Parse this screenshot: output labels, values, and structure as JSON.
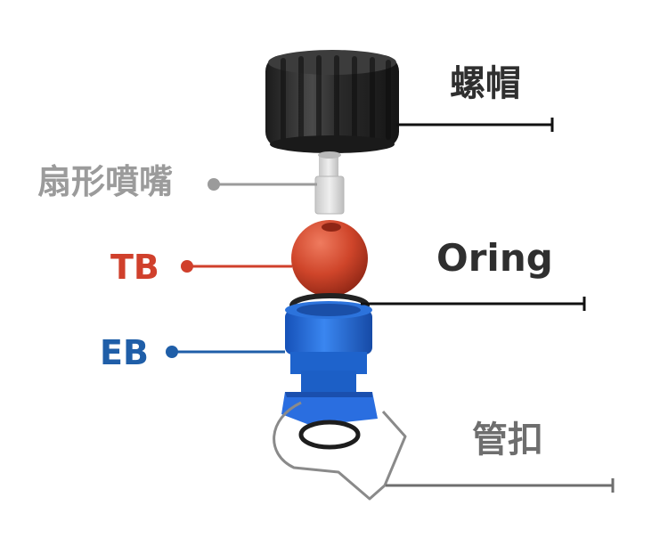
{
  "labels": {
    "cap": {
      "text": "螺帽",
      "color": "#2f2f2f"
    },
    "nozzle": {
      "text": "扇形噴嘴",
      "color": "#9b9b9b"
    },
    "tb": {
      "text": "TB",
      "color": "#d0402c"
    },
    "oring": {
      "text": "Oring",
      "color": "#2f2f2f"
    },
    "eb": {
      "text": "EB",
      "color": "#1f5ea8"
    },
    "clip": {
      "text": "管扣",
      "color": "#6e6e6e"
    }
  },
  "colors": {
    "knob": "#2b2b2b",
    "nozzle": "#d9d9d9",
    "ball": "#d24a2c",
    "body": "#1f6bd6",
    "oring": "#222222",
    "clip_wire": "#7a7a7a"
  }
}
